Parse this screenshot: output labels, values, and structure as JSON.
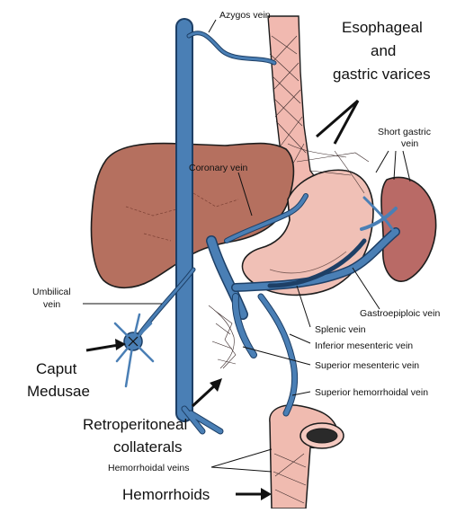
{
  "labels": {
    "azygos": "Azygos vein",
    "esophageal_1": "Esophageal",
    "esophageal_2": "and",
    "esophageal_3": "gastric varices",
    "short_gastric_1": "Short gastric",
    "short_gastric_2": "vein",
    "coronary": "Coronary vein",
    "umbilical_1": "Umbilical",
    "umbilical_2": "vein",
    "gastroepiploic": "Gastroepiploic vein",
    "splenic": "Splenic vein",
    "inferior_mesenteric": "Inferior mesenteric vein",
    "superior_mesenteric": "Superior mesenteric vein",
    "superior_hemorrhoidal": "Superior hemorrhoidal vein",
    "caput_1": "Caput",
    "caput_2": "Medusae",
    "retro_1": "Retroperitoneal",
    "retro_2": "collaterals",
    "hemorrhoidal_veins": "Hemorrhoidal veins",
    "hemorrhoids": "Hemorrhoids"
  },
  "colors": {
    "liver": "#b5705f",
    "stomach": "#f0c0b6",
    "esophagus": "#f1b9b0",
    "spleen": "#b96a66",
    "vein": "#4a7fb5",
    "outline": "#1d1d1d"
  }
}
